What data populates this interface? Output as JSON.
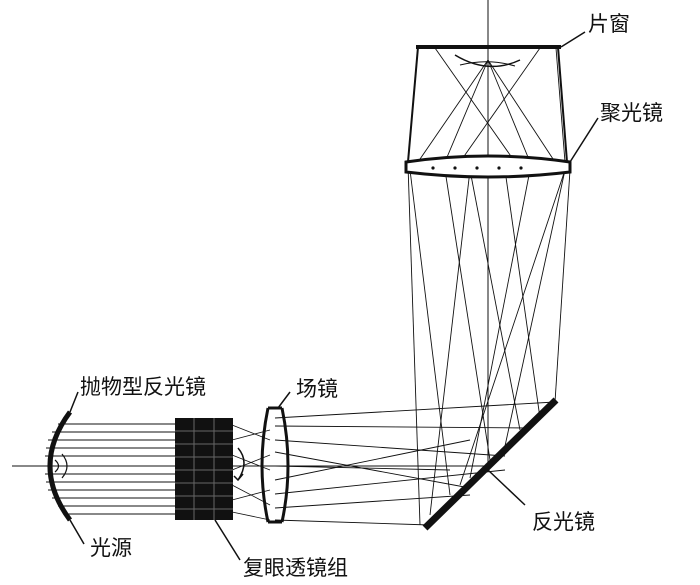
{
  "labels": {
    "window": "片窗",
    "condenser": "聚光镜",
    "reflector": "抛物型反光镜",
    "field_lens": "场镜",
    "mirror": "反光镜",
    "light_source": "光源",
    "flyeye_lens": "复眼透镜组"
  },
  "colors": {
    "line": "#111111",
    "background": "#ffffff"
  }
}
